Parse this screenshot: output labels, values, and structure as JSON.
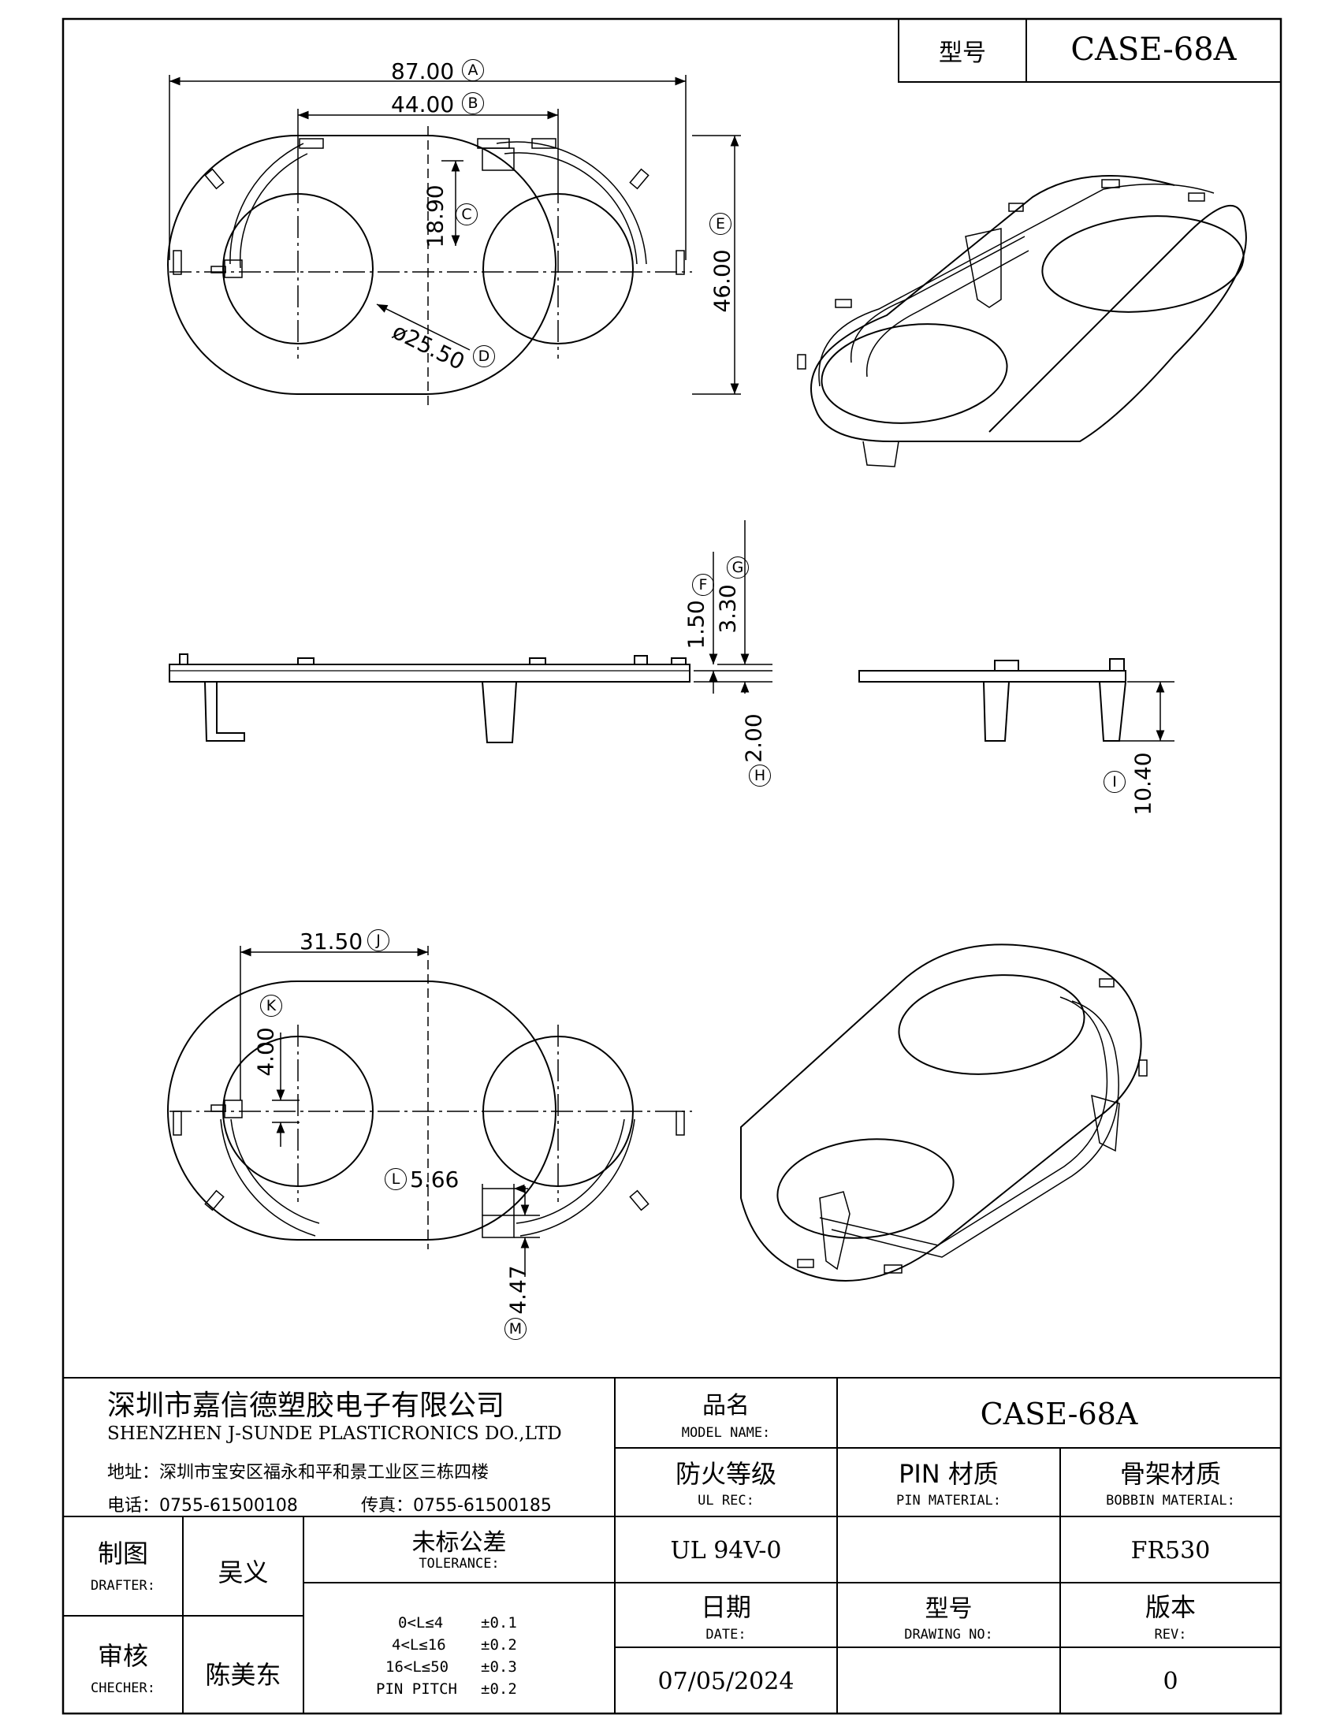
{
  "header": {
    "model_label": "型号",
    "model_value": "CASE-68A"
  },
  "dimensions": {
    "A": {
      "value": "87.00",
      "tag": "A"
    },
    "B": {
      "value": "44.00",
      "tag": "B"
    },
    "C": {
      "value": "18.90",
      "tag": "C"
    },
    "D": {
      "value": "ø25.50",
      "tag": "D"
    },
    "E": {
      "value": "46.00",
      "tag": "E"
    },
    "F": {
      "value": "1.50",
      "tag": "F"
    },
    "G": {
      "value": "3.30",
      "tag": "G"
    },
    "H": {
      "value": "2.00",
      "tag": "H"
    },
    "I": {
      "value": "10.40",
      "tag": "I"
    },
    "J": {
      "value": "31.50",
      "tag": "J"
    },
    "K": {
      "value": "4.00",
      "tag": "K"
    },
    "L": {
      "value": "5.66",
      "tag": "L"
    },
    "M": {
      "value": "4.47",
      "tag": "M"
    }
  },
  "company": {
    "name_cn": "深圳市嘉信德塑胶电子有限公司",
    "name_en": "SHENZHEN J-SUNDE PLASTICRONICS DO.,LTD",
    "address": "地址：深圳市宝安区福永和平和景工业区三栋四楼",
    "phone": "电话：0755-61500108",
    "fax": "传真：0755-61500185"
  },
  "title_block": {
    "model_name_cn": "品名",
    "model_name_en": "MODEL NAME:",
    "model_name_value": "CASE-68A",
    "ul_cn": "防火等级",
    "ul_en": "UL REC:",
    "ul_value": "UL 94V-0",
    "pin_cn": "PIN 材质",
    "pin_en": "PIN MATERIAL:",
    "pin_value": "",
    "bobbin_cn": "骨架材质",
    "bobbin_en": "BOBBIN MATERIAL:",
    "bobbin_value": "FR530",
    "drafter_cn": "制图",
    "drafter_en": "DRAFTER:",
    "drafter_name": "吴义",
    "checker_cn": "审核",
    "checker_en": "CHECHER:",
    "checker_name": "陈美东",
    "tolerance_cn": "未标公差",
    "tolerance_en": "TOLERANCE:",
    "tolerances": [
      {
        "range": "0<L≤4",
        "value": "±0.1"
      },
      {
        "range": "4<L≤16",
        "value": "±0.2"
      },
      {
        "range": "16<L≤50",
        "value": "±0.3"
      },
      {
        "range": "PIN PITCH",
        "value": "±0.2"
      }
    ],
    "date_cn": "日期",
    "date_en": "DATE:",
    "date_value": "07/05/2024",
    "drawing_no_cn": "型号",
    "drawing_no_en": "DRAWING NO:",
    "drawing_no_value": "",
    "rev_cn": "版本",
    "rev_en": "REV:",
    "rev_value": "0"
  }
}
